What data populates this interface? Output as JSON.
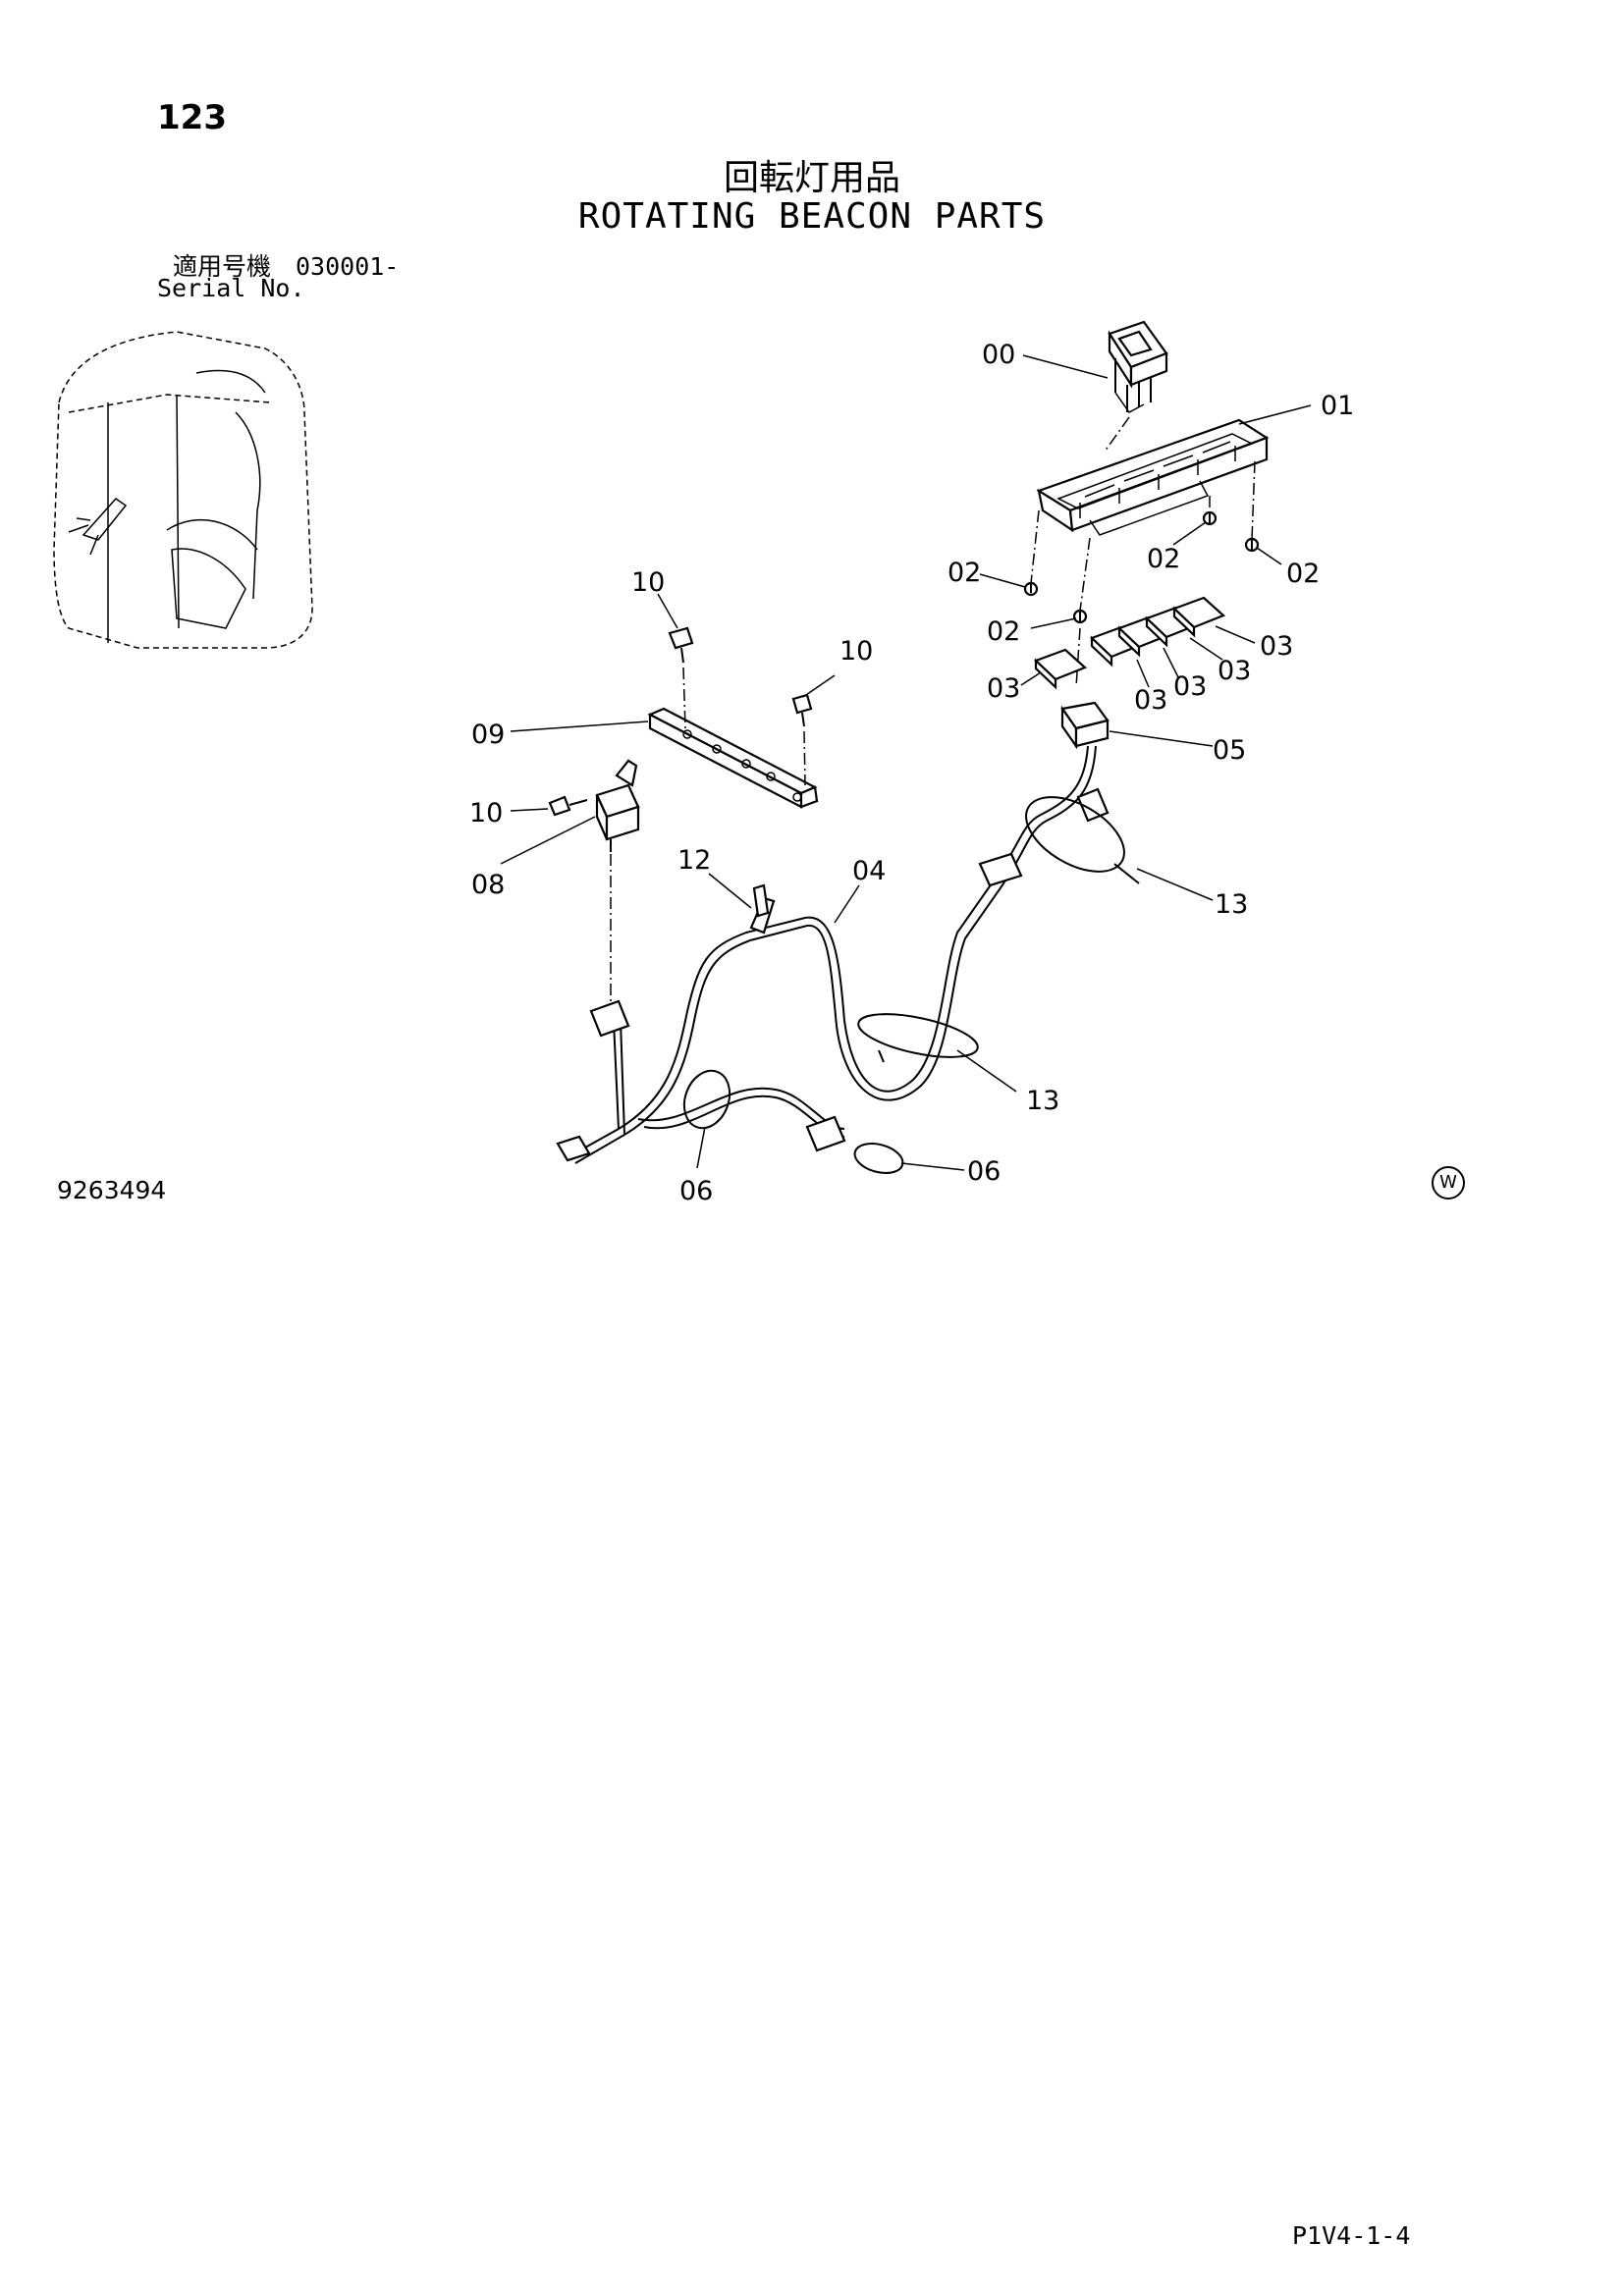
{
  "header": {
    "page_number": "123",
    "title_jp": "回転灯用品",
    "title_en": "ROTATING BEACON PARTS",
    "serial_jp": "適用号機　030001-",
    "serial_en": "Serial No."
  },
  "footer": {
    "drawing_number": "9263494",
    "w_mark": "W",
    "page_code": "P1V4-1-4"
  },
  "callouts": {
    "c00": "00",
    "c01": "01",
    "c02a": "02",
    "c02b": "02",
    "c02c": "02",
    "c02d": "02",
    "c03a": "03",
    "c03b": "03",
    "c03c": "03",
    "c03d": "03",
    "c03e": "03",
    "c04": "04",
    "c05": "05",
    "c06a": "06",
    "c06b": "06",
    "c08": "08",
    "c09": "09",
    "c10a": "10",
    "c10b": "10",
    "c10c": "10",
    "c12": "12",
    "c13a": "13",
    "c13b": "13"
  }
}
